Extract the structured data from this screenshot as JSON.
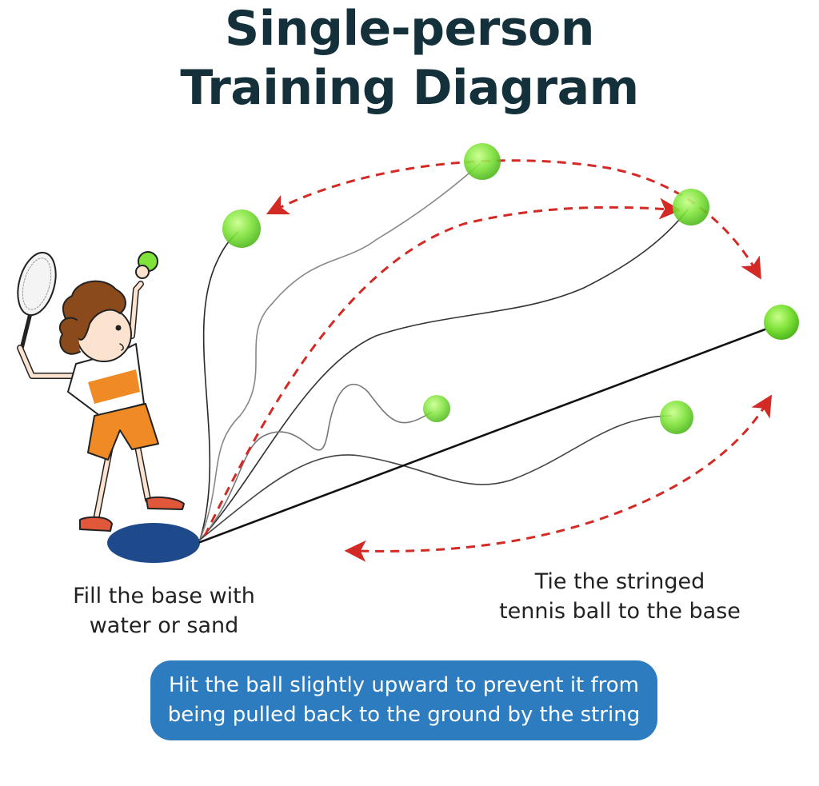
{
  "title": {
    "line1": "Single-person",
    "line2": "Training Diagram"
  },
  "captions": {
    "base": {
      "line1": "Fill the base with",
      "line2": "water or sand"
    },
    "string": {
      "line1": "Tie the stringed",
      "line2": "tennis ball to the base"
    }
  },
  "tip": {
    "line1": "Hit the ball slightly upward to prevent it from",
    "line2": "being pulled back to the ground by the string"
  },
  "colors": {
    "title": "#14303a",
    "tip_background": "#2d7cc0",
    "arrow": "#d42a25",
    "ball": "#7fe33a",
    "base": "#1e4a8c",
    "shorts": "#f08a24",
    "hair": "#8a4a1c"
  }
}
